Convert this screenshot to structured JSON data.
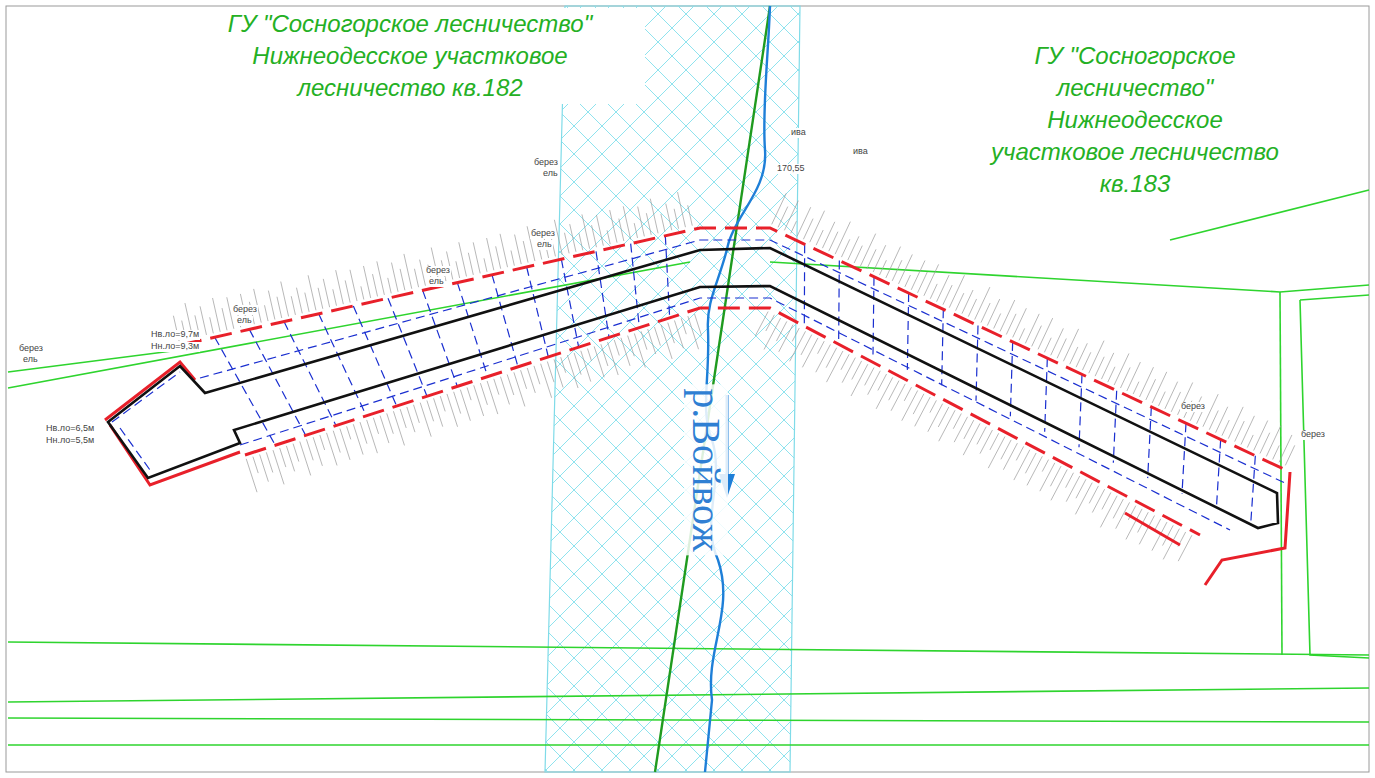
{
  "diagram": {
    "labels": [
      "ГУ \"Сосногорское лесничество\" Нижнеодесское участковое лесничество кв.182",
      "ГУ \"Сосногорское лесничество\" Нижнеодесское участковое лесничество кв.183",
      "р.Войвож",
      "Нв.ло=9,7м",
      "Нн.ло=9,3м",
      "Нв.ло=6,5м",
      "Нн.ло=5,5м",
      "170,55",
      "ива",
      "ива",
      "берез",
      "ель",
      "берез",
      "ель",
      "берез",
      "ель",
      "берез",
      "ель",
      "берез",
      "ель",
      "берез",
      "берез"
    ]
  }
}
